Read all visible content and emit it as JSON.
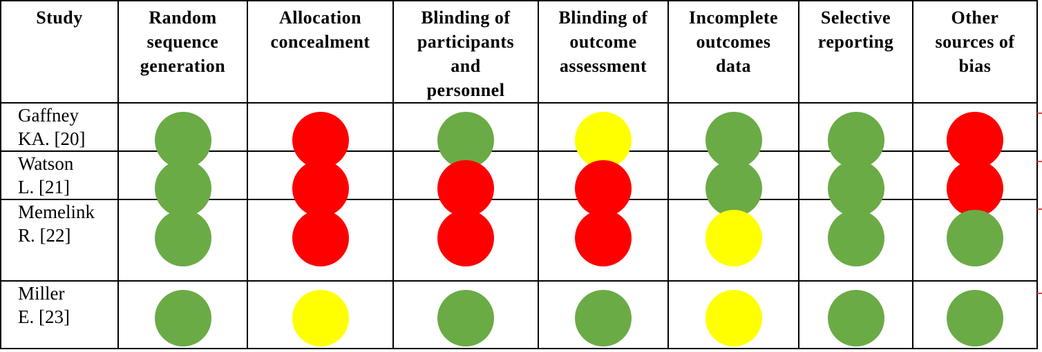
{
  "columns": [
    "Study",
    "Random\nsequence\ngeneration",
    "Allocation\nconcealment",
    "Blinding of\nparticipants\nand\npersonnel",
    "Blinding of\noutcome\nassessment",
    "Incomplete\noutcomes\ndata",
    "Selective\nreporting",
    "Other\nsources of\nbias"
  ],
  "colors": {
    "low": "#6aab46",
    "high": "#ff0000",
    "unclear": "#ffff00",
    "grid": "#000000"
  },
  "rows": [
    {
      "study": "Gaffney\nKA. [20]",
      "ratings": [
        "low",
        "high",
        "low",
        "unclear",
        "low",
        "low",
        "high"
      ]
    },
    {
      "study": "Watson\nL. [21]",
      "ratings": [
        "low",
        "high",
        "high",
        "high",
        "low",
        "low",
        "high"
      ]
    },
    {
      "study": "Memelink\nR. [22]",
      "ratings": [
        "low",
        "high",
        "high",
        "high",
        "unclear",
        "low",
        "low"
      ]
    },
    {
      "study": "Miller\nE. [23]",
      "ratings": [
        "low",
        "unclear",
        "low",
        "low",
        "unclear",
        "low",
        "low"
      ]
    }
  ]
}
